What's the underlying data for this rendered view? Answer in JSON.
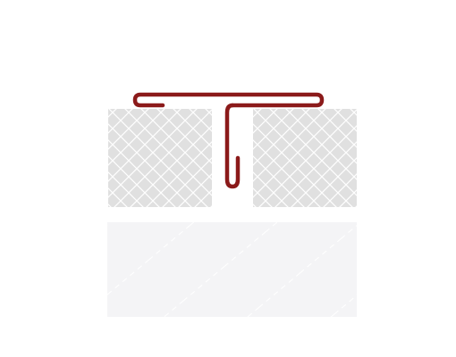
{
  "diagram": {
    "colors": {
      "background": "#ffffff",
      "profile": "#8b1a1a",
      "hatch_fill": "#e0e0e0",
      "hatch_lines": "#ffffff",
      "substrate_fill": "#f4f4f6",
      "substrate_lines": "#ffffff"
    },
    "parts": [
      {
        "id": "left-tile",
        "type": "tile-cross-section",
        "pattern": "crosshatch"
      },
      {
        "id": "right-tile",
        "type": "tile-cross-section",
        "pattern": "crosshatch"
      },
      {
        "id": "t-profile",
        "type": "metal-t-profile"
      },
      {
        "id": "substrate",
        "type": "screed-layer",
        "pattern": "dashed-diagonal"
      }
    ]
  }
}
